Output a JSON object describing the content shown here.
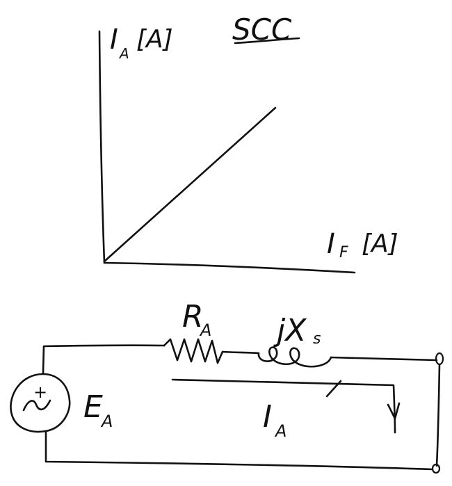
{
  "graph": {
    "title": "SCC",
    "y_axis_label": "I",
    "y_axis_subscript": "A",
    "y_axis_unit": "[A]",
    "x_axis_label": "I",
    "x_axis_subscript": "F",
    "x_axis_unit": "[A]",
    "curve": "linear"
  },
  "circuit": {
    "source_label": "E",
    "source_subscript": "A",
    "source_polarity": "+",
    "source_symbol": "~",
    "resistor_label": "R",
    "resistor_subscript": "A",
    "inductor_label": "jX",
    "inductor_subscript": "s",
    "current_label": "I",
    "current_subscript": "A"
  }
}
